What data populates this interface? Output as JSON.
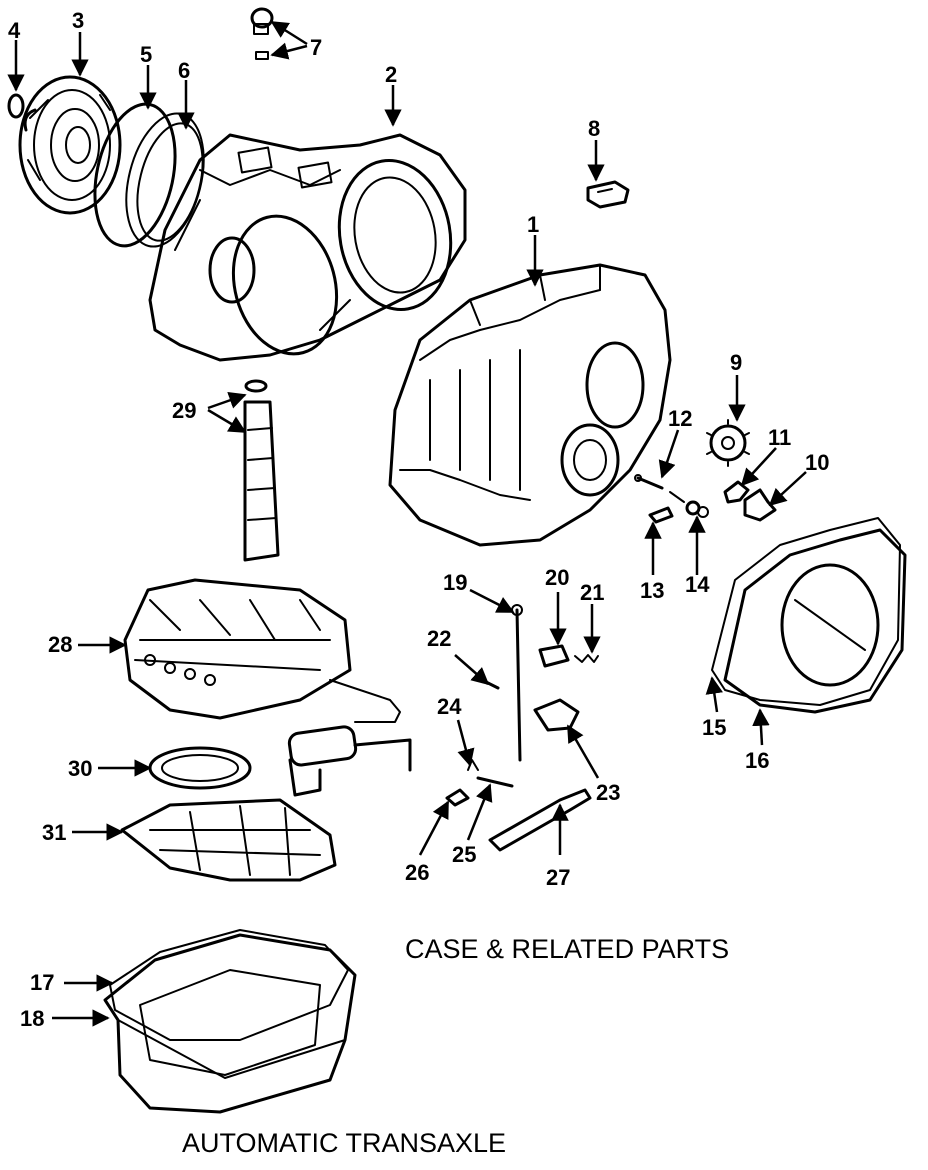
{
  "captions": {
    "section_title": "CASE & RELATED PARTS",
    "assembly_title": "AUTOMATIC TRANSAXLE"
  },
  "callouts": [
    "1",
    "2",
    "3",
    "4",
    "5",
    "6",
    "7",
    "8",
    "9",
    "10",
    "11",
    "12",
    "13",
    "14",
    "15",
    "16",
    "17",
    "18",
    "19",
    "20",
    "21",
    "22",
    "23",
    "24",
    "25",
    "26",
    "27",
    "28",
    "29",
    "30",
    "31"
  ],
  "colors": {
    "ink": "#000000",
    "paper": "#ffffff"
  }
}
